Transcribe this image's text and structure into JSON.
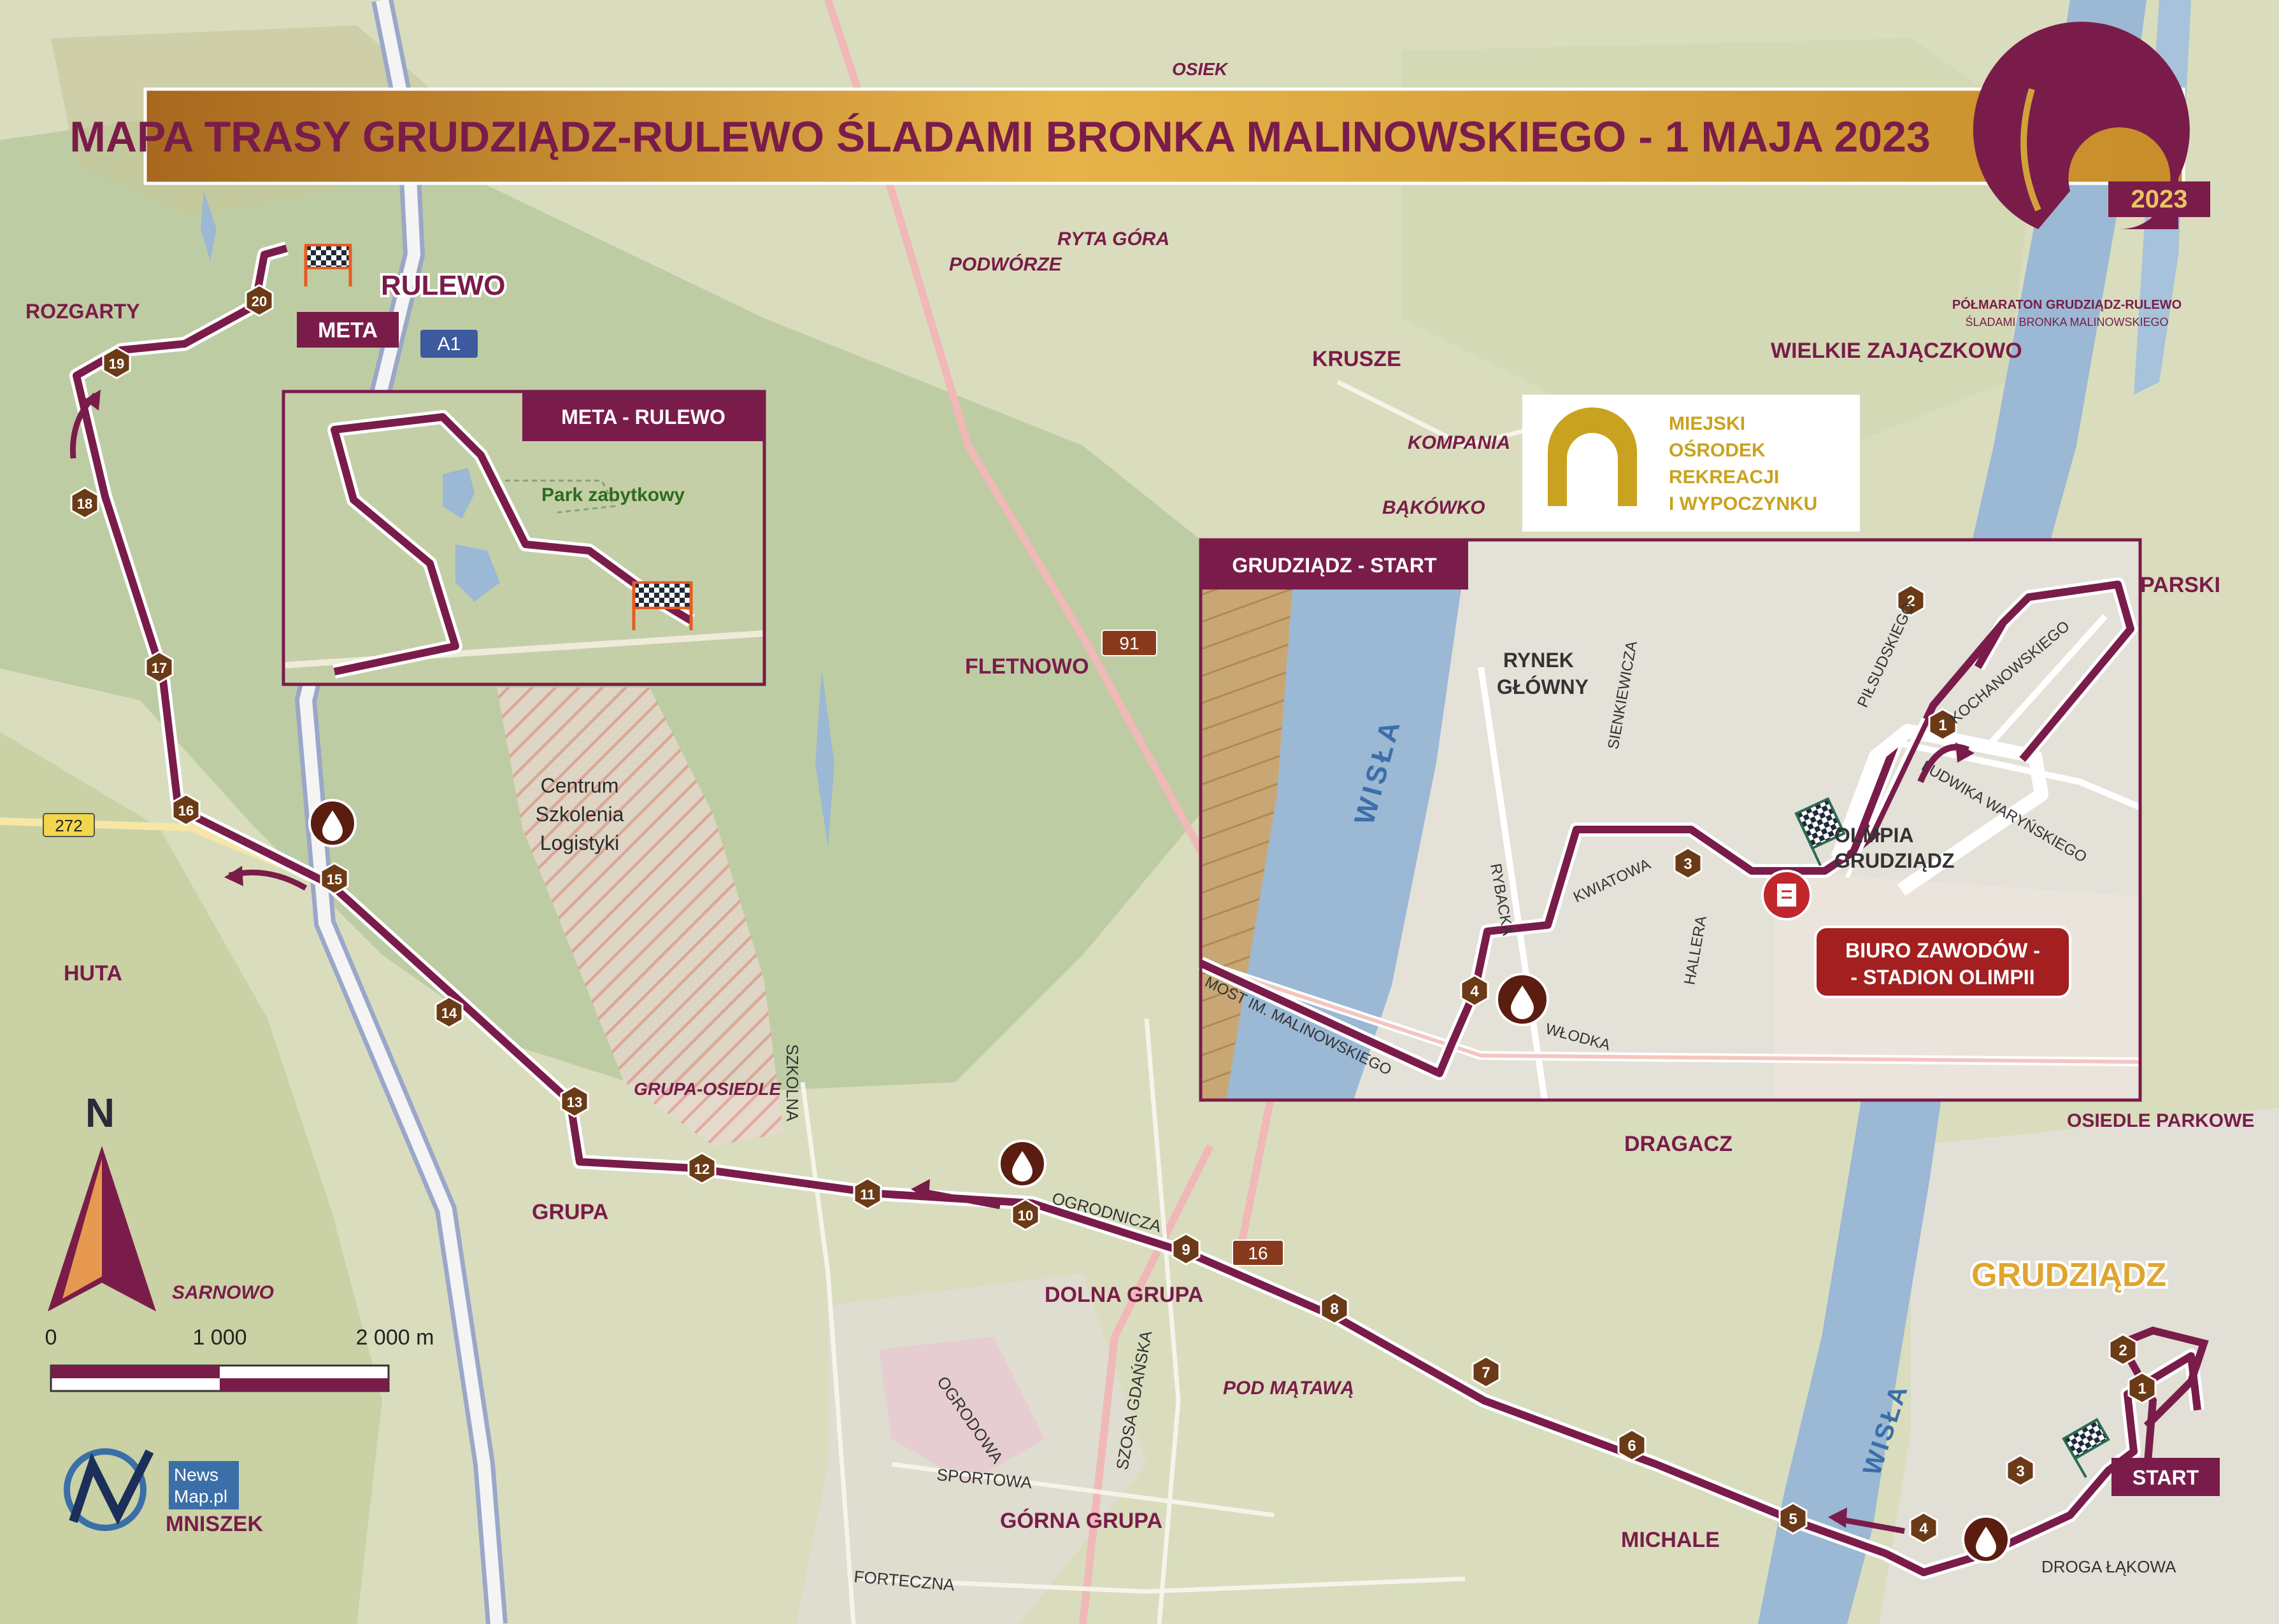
{
  "title": "MAPA TRASY GRUDZIĄDZ-RULEWO ŚLADAMI BRONKA MALINOWSKIEGO - 1 MAJA 2023",
  "logo": {
    "year": "2023",
    "line1": "PÓŁMARATON GRUDZIĄDZ-RULEWO",
    "line2": "ŚLADAMI BRONKA MALINOWSKIEGO"
  },
  "sponsor": {
    "lines": [
      "MIEJSKI",
      "OŚRODEK",
      "REKREACJI",
      "I WYPOCZYNKU"
    ]
  },
  "route_labels": {
    "meta": "META",
    "start": "START",
    "rulewo": "RULEWO",
    "grudziadz": "GRUDZIĄDZ"
  },
  "road_shields": {
    "a1": "A1",
    "r91": "91",
    "r16": "16",
    "r272": "272"
  },
  "places": {
    "osiek": "OSIEK",
    "ryta_gora": "RYTA GÓRA",
    "podworze": "PODWÓRZE",
    "rozgarty": "ROZGARTY",
    "krusze": "KRUSZE",
    "kompania": "KOMPANIA",
    "bakowko": "BĄKÓWKO",
    "wielkie_zajaczkowo": "WIELKIE ZAJĄCZKOWO",
    "parski": "PARSKI",
    "fletnowo": "FLETNOWO",
    "huta": "HUTA",
    "grupa_osiedle": "GRUPA-OSIEDLE",
    "grupa": "GRUPA",
    "sarnowo": "SARNOWO",
    "dolna_grupa": "DOLNA GRUPA",
    "pod_matawa": "POD MĄTAWĄ",
    "dragacz": "DRAGACZ",
    "osiedle_parkowe": "OSIEDLE PARKOWE",
    "mniszek": "MNISZEK",
    "gorna_grupa": "GÓRNA GRUPA",
    "michale": "MICHALE",
    "centrum": [
      "Centrum",
      "Szkolenia",
      "Logistyki"
    ]
  },
  "streets": {
    "szkolna": "SZKOLNA",
    "ogrodnicza": "OGRODNICZA",
    "szosa_gdanska": "SZOSA GDAŃSKA",
    "ogrodowa": "OGRODOWA",
    "sportowa": "SPORTOWA",
    "forteczna": "FORTECZNA",
    "droga_lakowa": "DROGA ŁĄKOWA"
  },
  "river": {
    "name": "WISŁA"
  },
  "inset_finish": {
    "header": "META - RULEWO",
    "park": "Park zabytkowy"
  },
  "inset_start": {
    "header": "GRUDZIĄDZ - START",
    "wisla": "WISŁA",
    "rynek": [
      "RYNEK",
      "GŁÓWNY"
    ],
    "sienkiewicza": "SIENKIEWICZA",
    "pilsudskiego": "PIŁSUDSKIEGO",
    "kochanowskiego": "KOCHANOWSKIEGO",
    "ludwika": "LUDWIKA WARYŃSKIEGO",
    "olimpia": [
      "OLMPIA",
      "GRUDZIĄDZ"
    ],
    "rybacka": "RYBACKA",
    "kwiatowa": "KWIATOWA",
    "hallera": "HALLERA",
    "wlodka": "WŁODKA",
    "most": "MOST IM. MALINOWSKIEGO",
    "biuro": [
      "BIURO ZAWODÓW -",
      "- STADION OLIMPII"
    ]
  },
  "scale": {
    "north": "N",
    "labels": [
      "0",
      "1 000",
      "2 000 m"
    ]
  },
  "watermark": {
    "line1": "News",
    "line2": "Map.pl"
  },
  "colors": {
    "route": "#7a1c4a",
    "marker": "#6b3a16",
    "banner_text": "#7a1c4a",
    "water": "#9bb8d4",
    "forest": "#b7c7a0",
    "field": "#dfe2c6"
  },
  "km_markers": [
    {
      "n": "1"
    },
    {
      "n": "2"
    },
    {
      "n": "3"
    },
    {
      "n": "4"
    },
    {
      "n": "5"
    },
    {
      "n": "6"
    },
    {
      "n": "7"
    },
    {
      "n": "8"
    },
    {
      "n": "9"
    },
    {
      "n": "10"
    },
    {
      "n": "11"
    },
    {
      "n": "12"
    },
    {
      "n": "13"
    },
    {
      "n": "14"
    },
    {
      "n": "15"
    },
    {
      "n": "16"
    },
    {
      "n": "17"
    },
    {
      "n": "18"
    },
    {
      "n": "19"
    },
    {
      "n": "20"
    }
  ],
  "inset_markers": [
    {
      "n": "1"
    },
    {
      "n": "2"
    },
    {
      "n": "3"
    },
    {
      "n": "4"
    }
  ]
}
